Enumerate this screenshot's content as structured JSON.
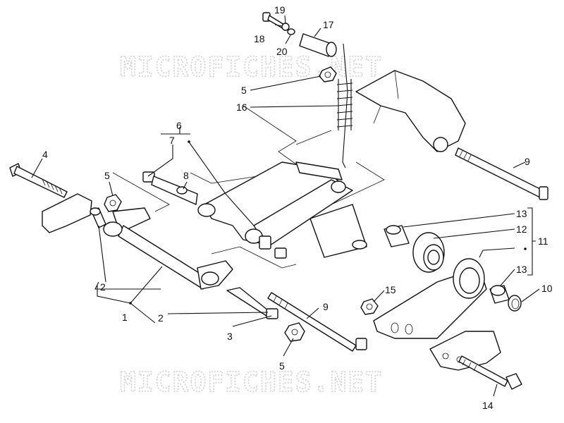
{
  "watermark": {
    "text": "MICROFICHES.NET"
  },
  "callouts": {
    "c1": "1",
    "c2a": "2",
    "c2b": "2",
    "c3": "3",
    "c4": "4",
    "c5a": "5",
    "c5b": "5",
    "c5c": "5",
    "c6": "6",
    "c7": "7",
    "c8": "8",
    "c9a": "9",
    "c9b": "9",
    "c10": "10",
    "c11": "11",
    "c12": "12",
    "c13a": "13",
    "c13b": "13",
    "c14": "14",
    "c15": "15",
    "c16": "16",
    "c17": "17",
    "c18": "18",
    "c19": "19",
    "c20": "20"
  }
}
